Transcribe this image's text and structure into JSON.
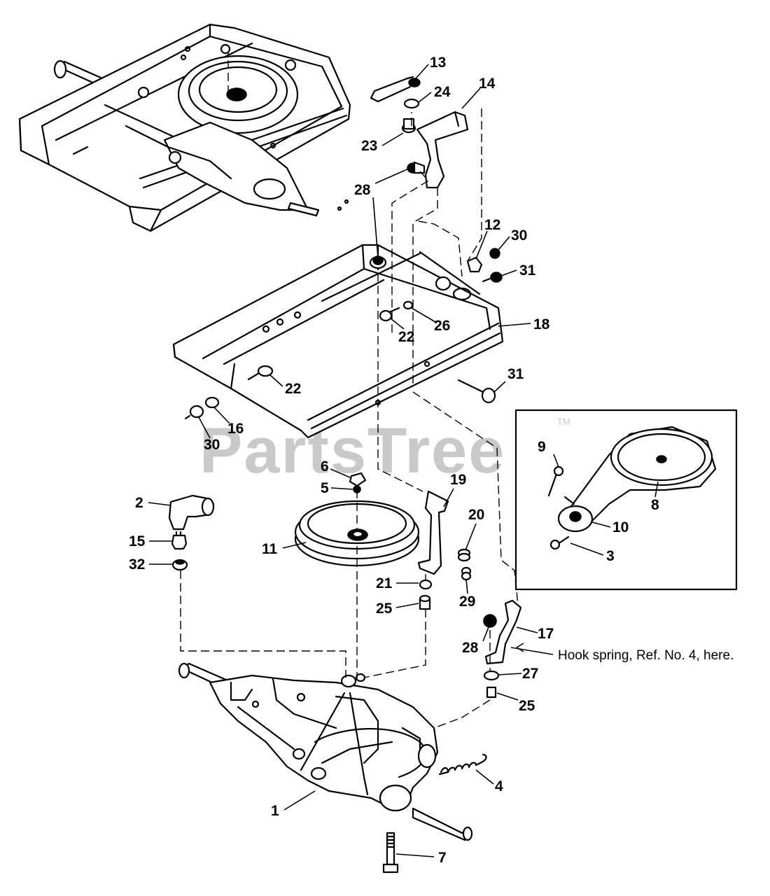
{
  "watermark": {
    "text": "PartsTree",
    "trademark": "TM"
  },
  "note": "Hook spring, Ref. No. 4, here.",
  "callouts": {
    "c1": "1",
    "c2": "2",
    "c3": "3",
    "c4": "4",
    "c5": "5",
    "c6": "6",
    "c7": "7",
    "c8": "8",
    "c9": "9",
    "c10": "10",
    "c11": "11",
    "c12": "12",
    "c13": "13",
    "c14": "14",
    "c15": "15",
    "c16": "16",
    "c17": "17",
    "c18": "18",
    "c19": "19",
    "c20": "20",
    "c21": "21",
    "c22": "22",
    "c23": "23",
    "c24": "24",
    "c25": "25",
    "c26": "26",
    "c27": "27",
    "c28": "28",
    "c29": "29",
    "c30": "30",
    "c31": "31",
    "c32": "32"
  }
}
